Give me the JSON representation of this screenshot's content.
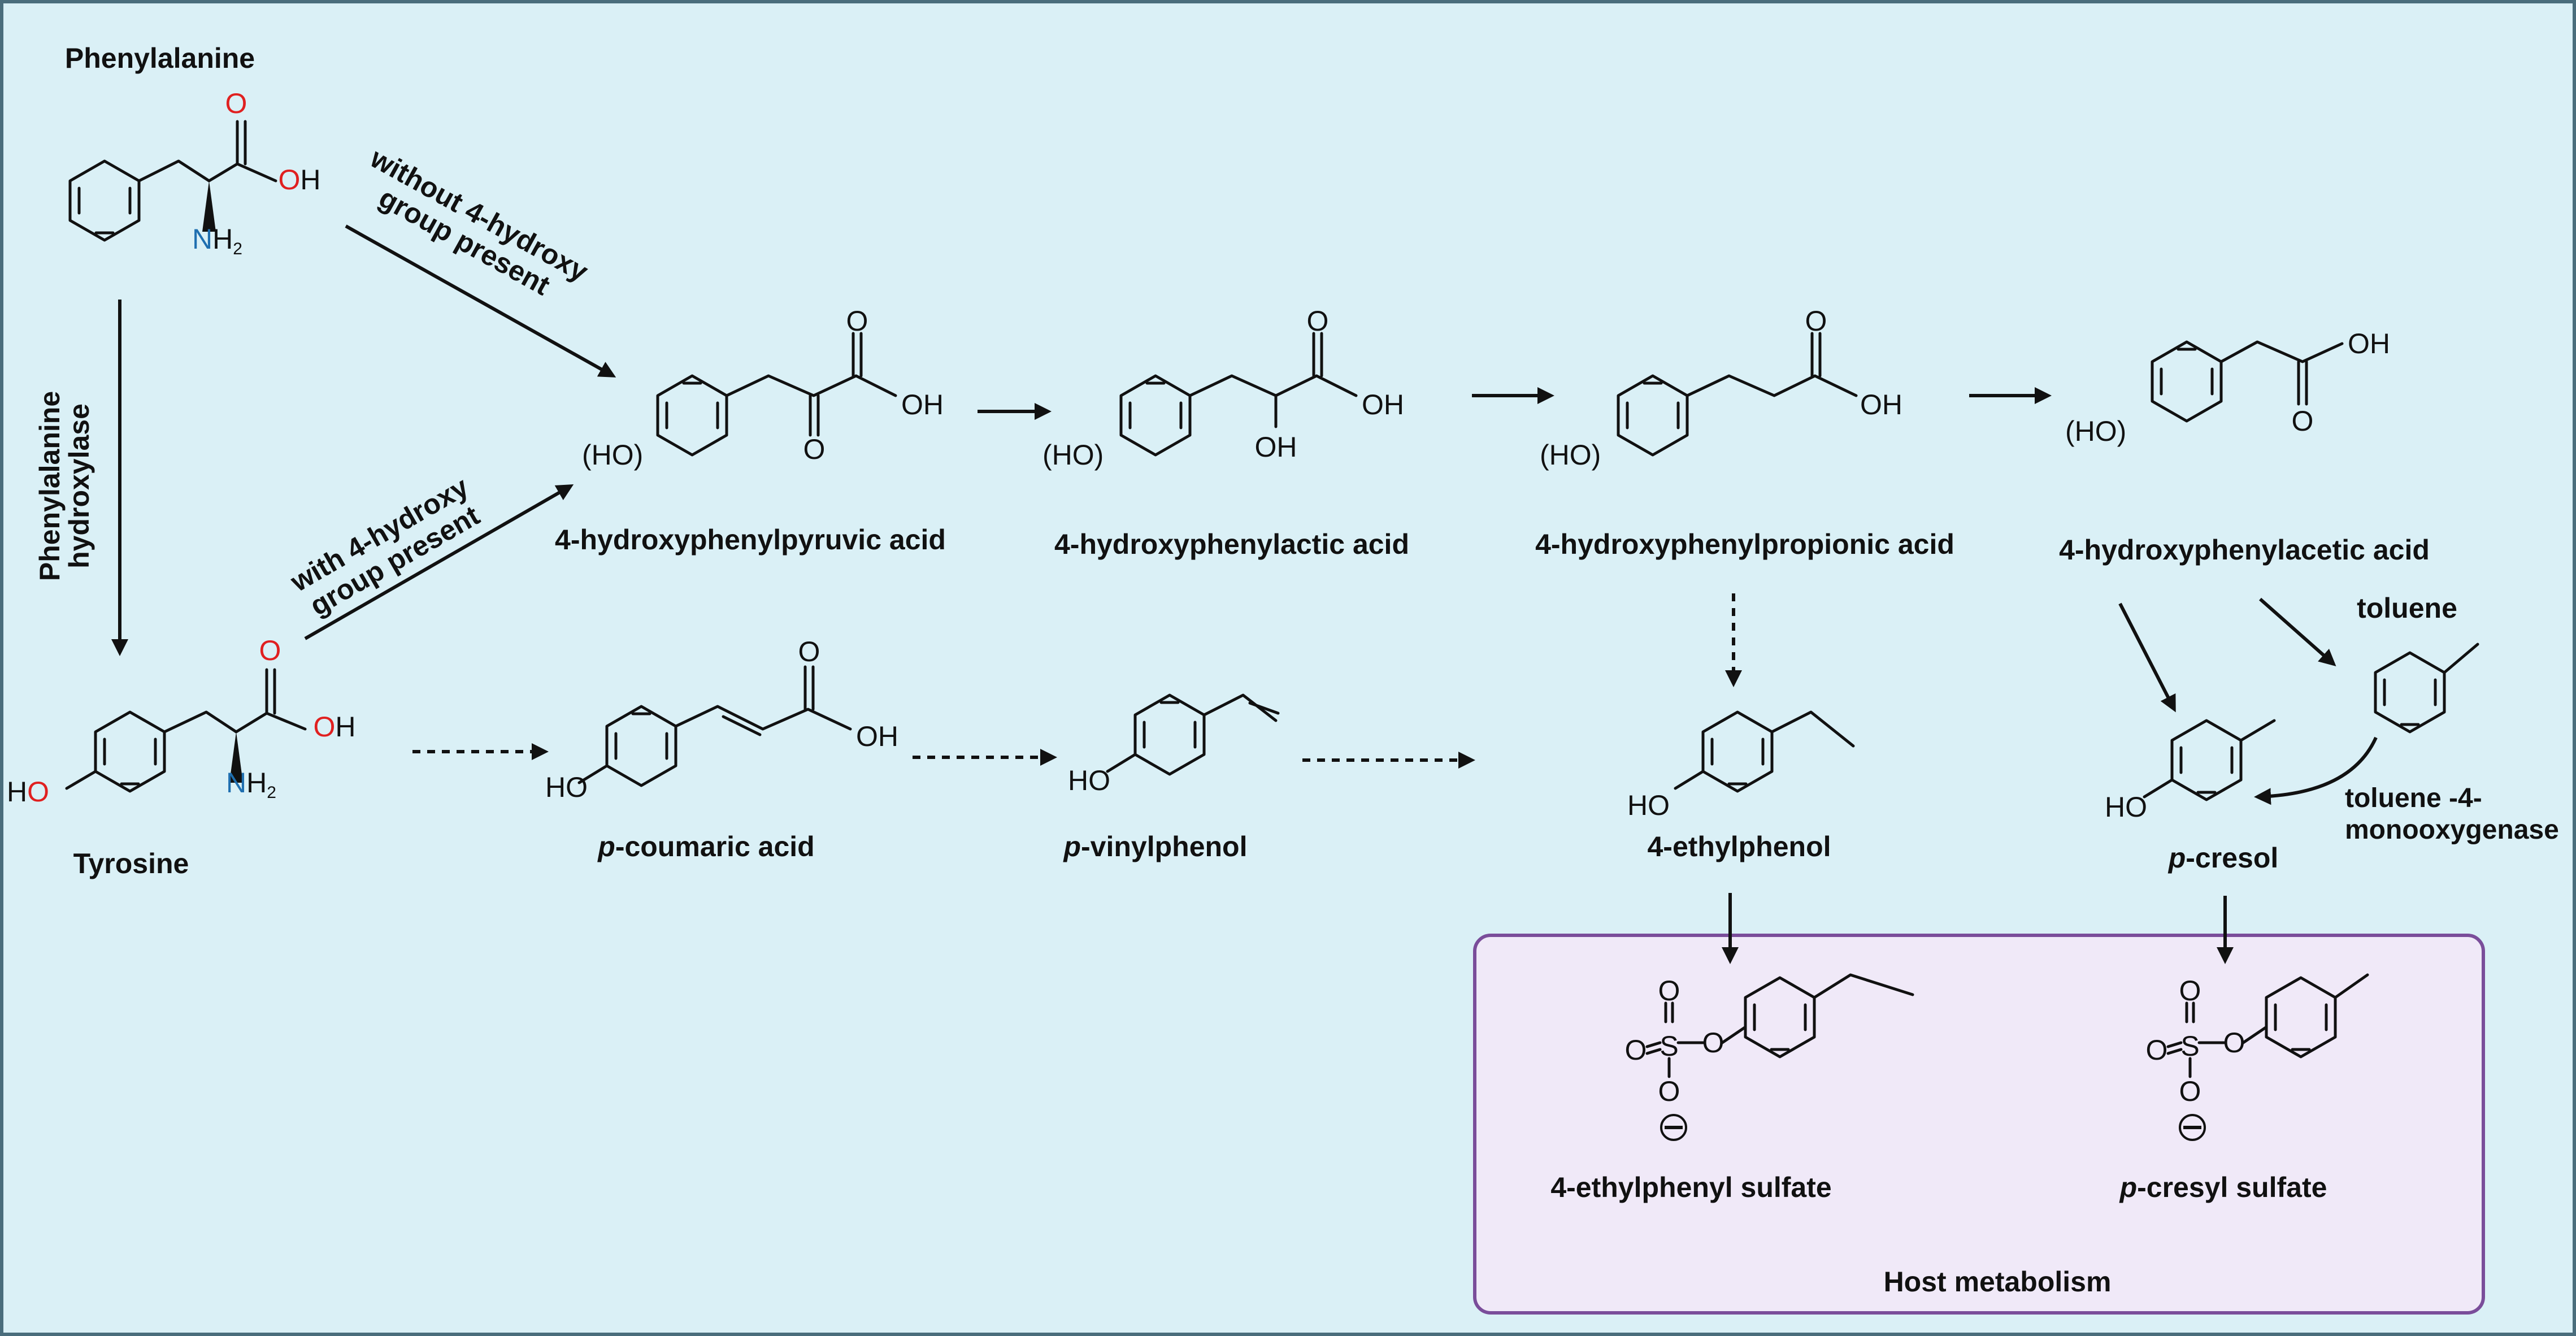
{
  "colors": {
    "background": "#daf0f6",
    "frame": "#4a6d7c",
    "host_box_fill": "#f0e9f8",
    "host_box_border": "#7a4d9a",
    "oxygen": "#e02020",
    "nitrogen": "#1f6fb0",
    "ink": "#111111"
  },
  "compounds": {
    "phenylalanine": "Phenylalanine",
    "tyrosine": "Tyrosine",
    "hppyruvic": "4-hydroxyphenylpyruvic acid",
    "hplactic": "4-hydroxyphenylactic acid",
    "hppropionic": "4-hydroxyphenylpropionic acid",
    "hpacetic": "4-hydroxyphenylacetic acid",
    "coumaric_prefix": "p",
    "coumaric_rest": "-coumaric acid",
    "vinylphenol_prefix": "p",
    "vinylphenol_rest": "-vinylphenol",
    "ethylphenol": "4-ethylphenol",
    "cresol_prefix": "p",
    "cresol_rest": "-cresol",
    "toluene": "toluene",
    "ethylphenyl_sulfate": "4-ethylphenyl sulfate",
    "cresyl_sulfate_prefix": "p",
    "cresyl_sulfate_rest": "-cresyl sulfate"
  },
  "enzymes": {
    "pah_line1": "Phenylalanine",
    "pah_line2": "hydroxylase",
    "tmo_line1": "toluene -4-",
    "tmo_line2": "monooxygenase"
  },
  "conditions": {
    "without_line1": "without 4-hydroxy",
    "without_line2": "group present",
    "with_line1": "with 4-hydroxy",
    "with_line2": "group present"
  },
  "host_box_label": "Host metabolism",
  "atoms": {
    "o": "O",
    "oh": "OH",
    "ho": "HO",
    "ho_paren": "(HO)",
    "n": "N",
    "h2": "H",
    "sub2": "2",
    "s": "S"
  }
}
